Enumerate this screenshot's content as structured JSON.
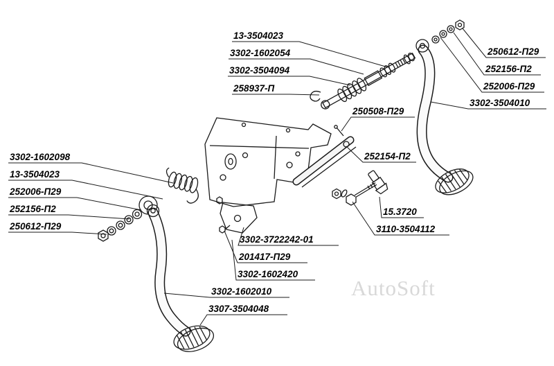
{
  "watermark": "AutoSoft",
  "colors": {
    "ink": "#1a1a1a",
    "watermark": "#d8d8d8",
    "background": "#ffffff"
  },
  "parts": {
    "labels": [
      {
        "text": "13-3504023"
      },
      {
        "text": "3302-1602054"
      },
      {
        "text": "3302-3504094"
      },
      {
        "text": "258937-П"
      },
      {
        "text": "250508-П29"
      },
      {
        "text": "250612-П29"
      },
      {
        "text": "252156-П2"
      },
      {
        "text": "252006-П29"
      },
      {
        "text": "3302-3504010"
      },
      {
        "text": "252154-П2"
      },
      {
        "text": "3302-1602098"
      },
      {
        "text": "13-3504023"
      },
      {
        "text": "252006-П29"
      },
      {
        "text": "252156-П2"
      },
      {
        "text": "250612-П29"
      },
      {
        "text": "15.3720"
      },
      {
        "text": "3110-3504112"
      },
      {
        "text": "3302-3722242-01"
      },
      {
        "text": "201417-П29"
      },
      {
        "text": "3302-1602420"
      },
      {
        "text": "3302-1602010"
      },
      {
        "text": "3307-3504048"
      }
    ]
  }
}
